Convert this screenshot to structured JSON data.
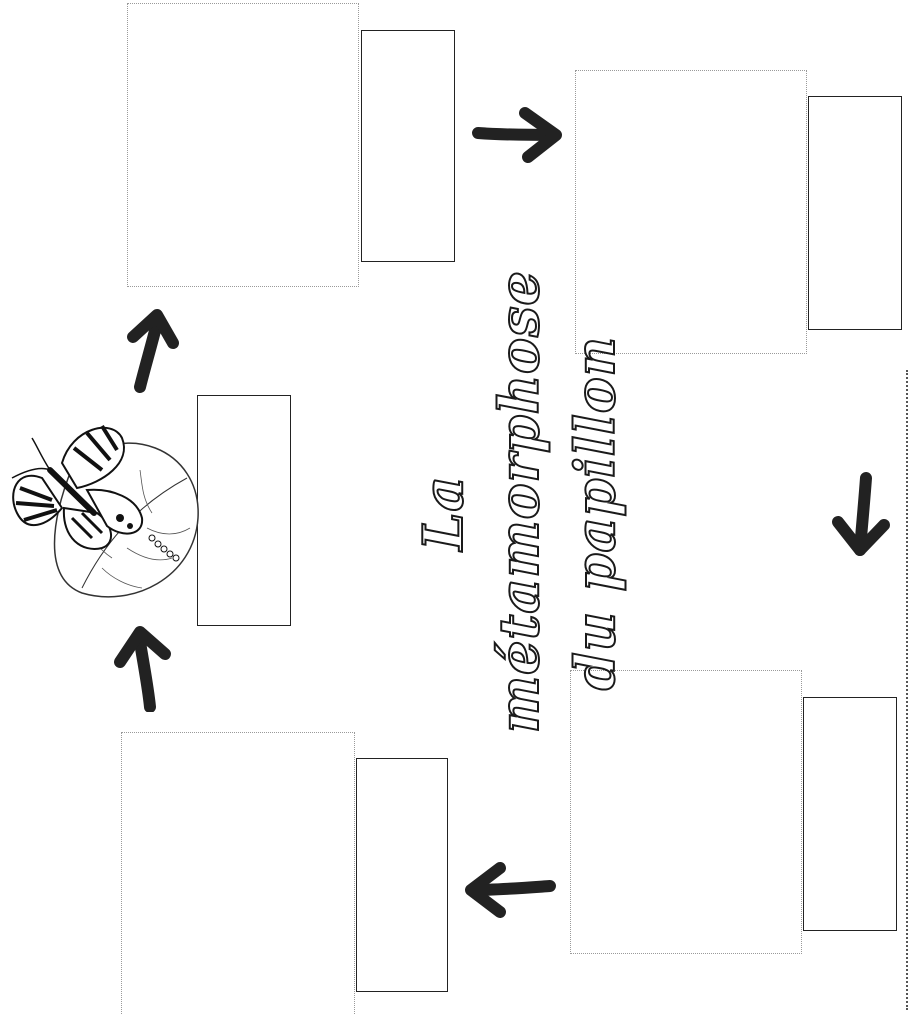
{
  "worksheet": {
    "title_line1": "La métamorphose",
    "title_line2": "du papillon"
  },
  "illustration": {
    "subject": "butterfly-on-leaf"
  },
  "colors": {
    "ink": "#1a1a1a",
    "dotted_border": "#9a9a9a",
    "label_border": "#222222"
  },
  "stages": [
    {
      "photo": "",
      "label": ""
    },
    {
      "photo": "",
      "label": ""
    },
    {
      "photo": "",
      "label": ""
    },
    {
      "photo": "",
      "label": ""
    },
    {
      "photo": "",
      "label": ""
    }
  ]
}
